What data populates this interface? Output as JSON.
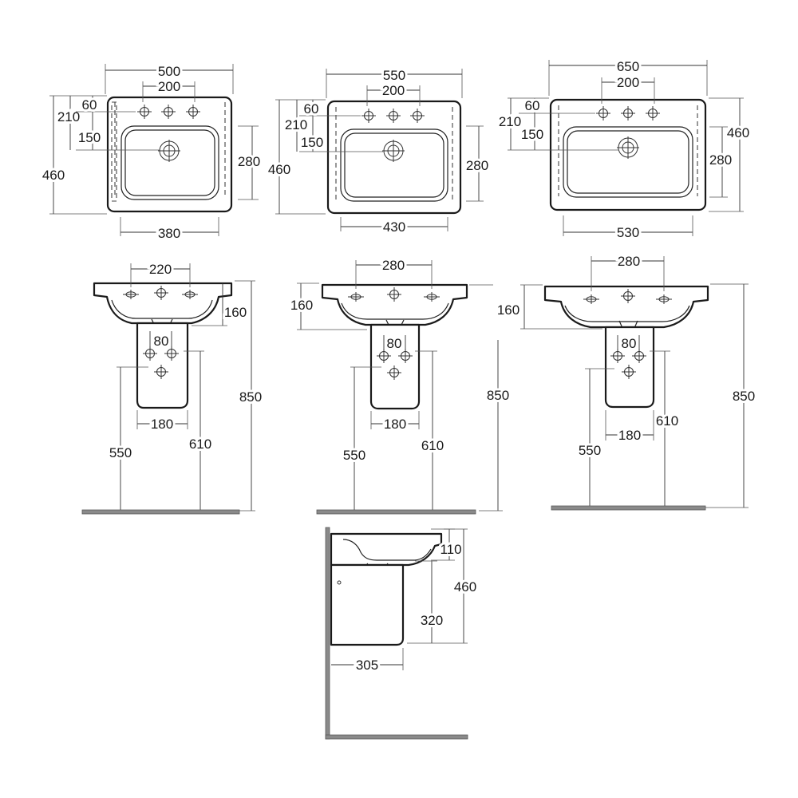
{
  "dims": {
    "top_500": {
      "w": "500",
      "taps": "200",
      "d60": "60",
      "d210": "210",
      "d150": "150",
      "d460": "460",
      "d280": "280",
      "bowl": "380"
    },
    "top_550": {
      "w": "550",
      "taps": "200",
      "d60": "60",
      "d210": "210",
      "d150": "150",
      "d460": "460",
      "d280": "280",
      "bowl": "430"
    },
    "top_650": {
      "w": "650",
      "taps": "200",
      "d60": "60",
      "d210": "210",
      "d150": "150",
      "d460": "460",
      "d280": "280",
      "bowl": "530"
    },
    "front_500": {
      "taps": "220",
      "h160": "160",
      "w80": "80",
      "w180": "180",
      "h550": "550",
      "h610": "610",
      "h850": "850"
    },
    "front_550": {
      "taps": "280",
      "h160": "160",
      "w80": "80",
      "w180": "180",
      "h550": "550",
      "h610": "610",
      "h850": "850"
    },
    "front_650": {
      "taps": "280",
      "h160": "160",
      "w80": "80",
      "w180": "180",
      "h550": "550",
      "h610": "610",
      "h850": "850"
    },
    "side": {
      "h110": "110",
      "h460": "460",
      "h320": "320",
      "d305": "305"
    }
  },
  "colors": {
    "line": "#1a1a1a",
    "floor": "#8a8a8a",
    "background": "#ffffff"
  }
}
